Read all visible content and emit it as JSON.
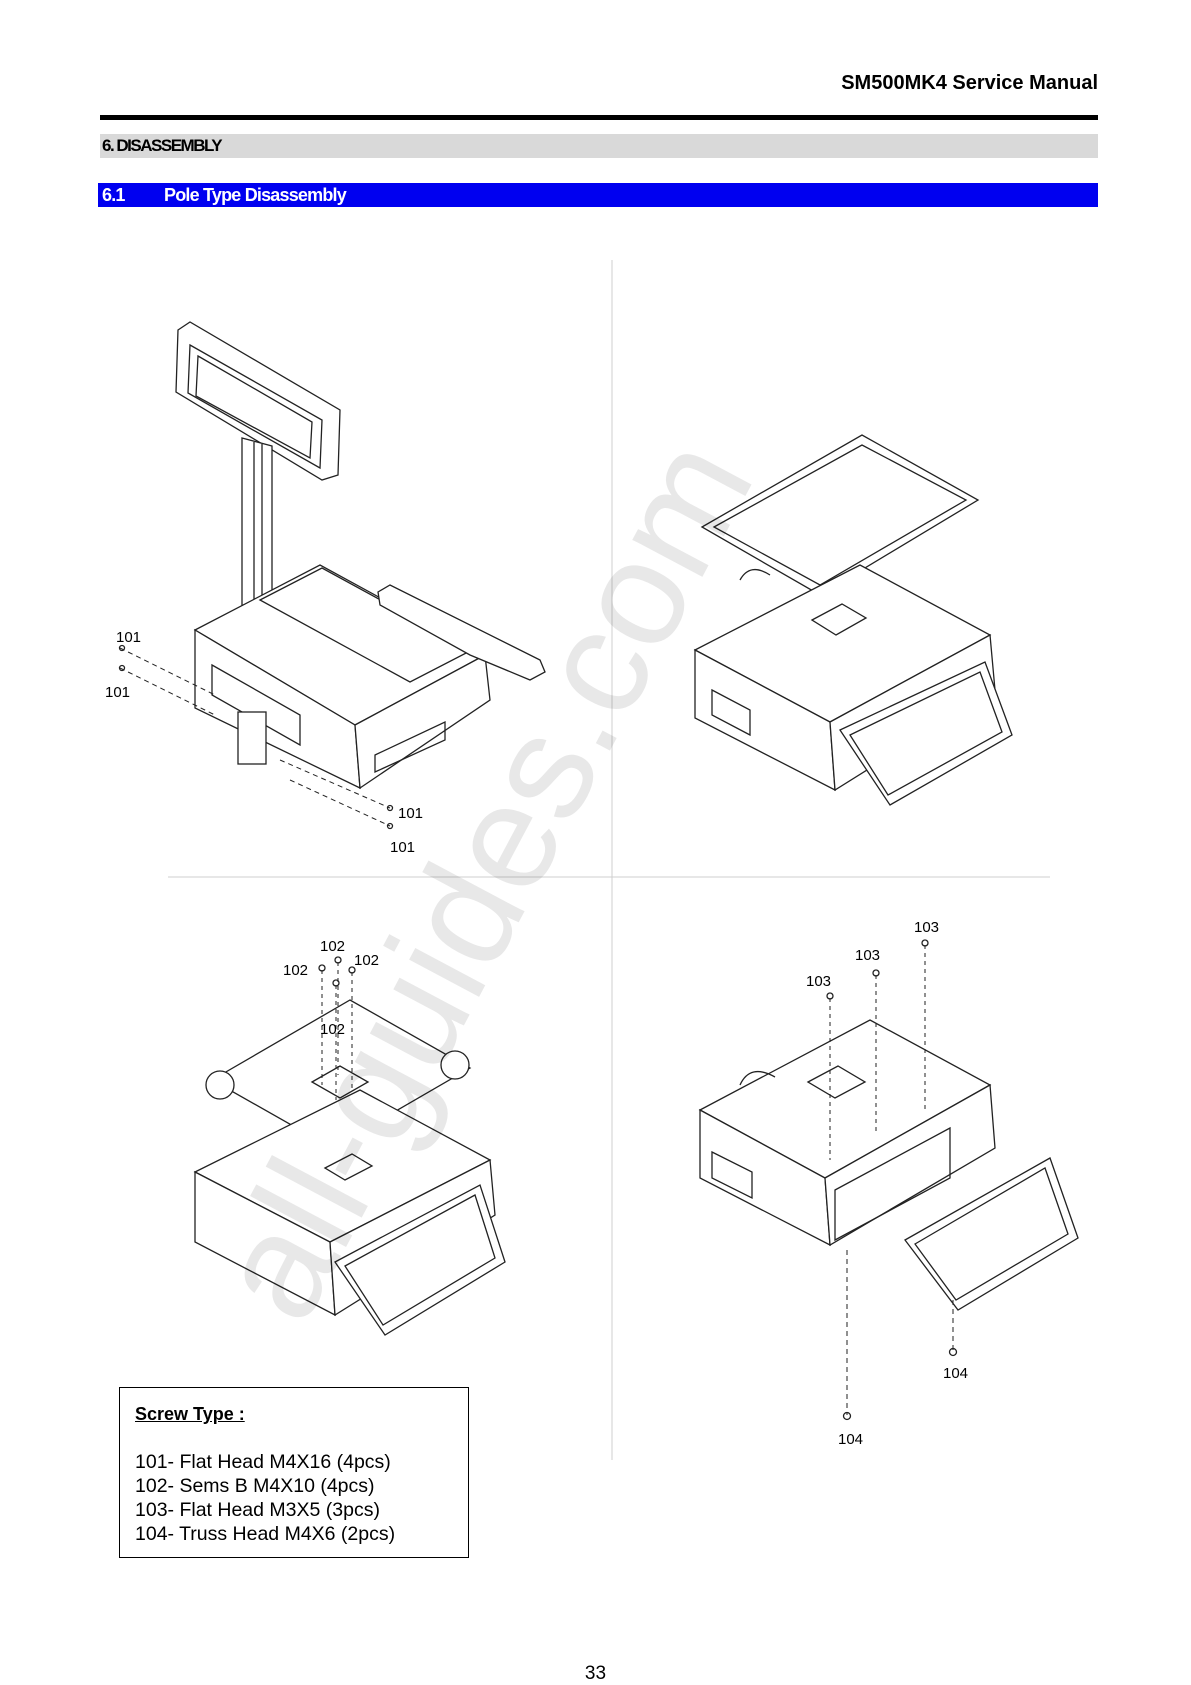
{
  "header": {
    "title": "SM500MK4 Service Manual"
  },
  "section": {
    "label": "6. DISASSEMBLY"
  },
  "subsection": {
    "number": "6.1",
    "title": "Pole Type Disassembly"
  },
  "figures": {
    "fig1": {
      "labels": [
        "101",
        "101",
        "101",
        "101"
      ]
    },
    "fig3": {
      "labels": [
        "102",
        "102",
        "102",
        "102"
      ]
    },
    "fig4": {
      "labels": [
        "103",
        "103",
        "103",
        "104",
        "104"
      ]
    }
  },
  "screw_box": {
    "title": "Screw Type :",
    "items": [
      "101- Flat Head M4X16 (4pcs)",
      "102- Sems B M4X10 (4pcs)",
      "103- Flat Head M3X5 (3pcs)",
      "104- Truss Head M4X6 (2pcs)"
    ]
  },
  "watermark": "all-guides.com",
  "page_number": "33"
}
